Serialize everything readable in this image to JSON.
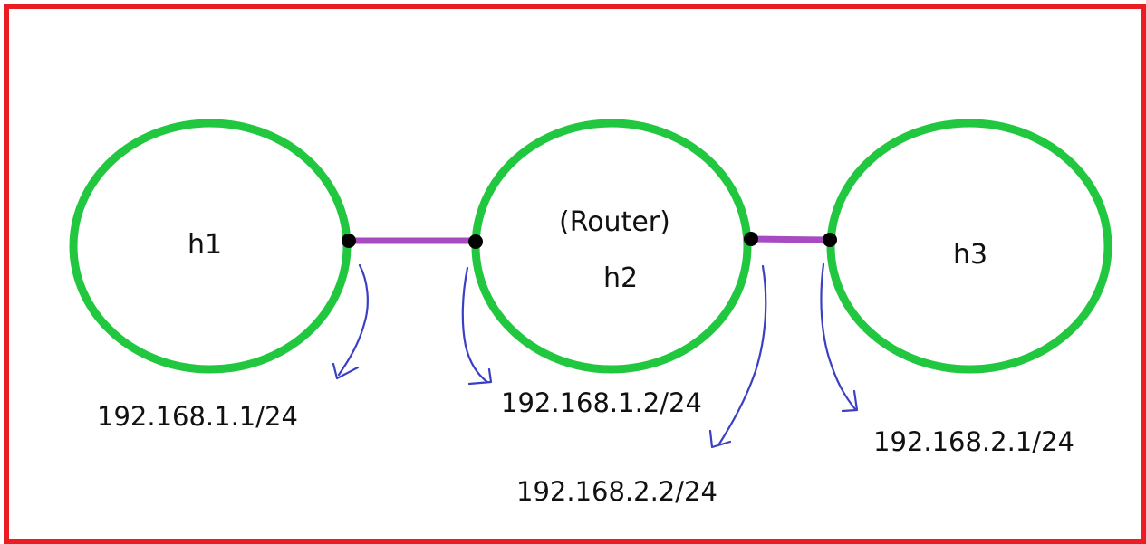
{
  "colors": {
    "border": "#ea1c24",
    "host_ring": "#22c740",
    "link": "#a64bc0",
    "port_dot": "#000000",
    "arrow": "#3a3fc4",
    "text": "#111111"
  },
  "nodes": {
    "h1": {
      "label": "h1"
    },
    "h2": {
      "label": "h2",
      "role": "(Router)"
    },
    "h3": {
      "label": "h3"
    }
  },
  "addresses": {
    "h1_if": "192.168.1.1/24",
    "h2_if_left": "192.168.1.2/24",
    "h2_if_right": "192.168.2.2/24",
    "h3_if": "192.168.2.1/24"
  }
}
